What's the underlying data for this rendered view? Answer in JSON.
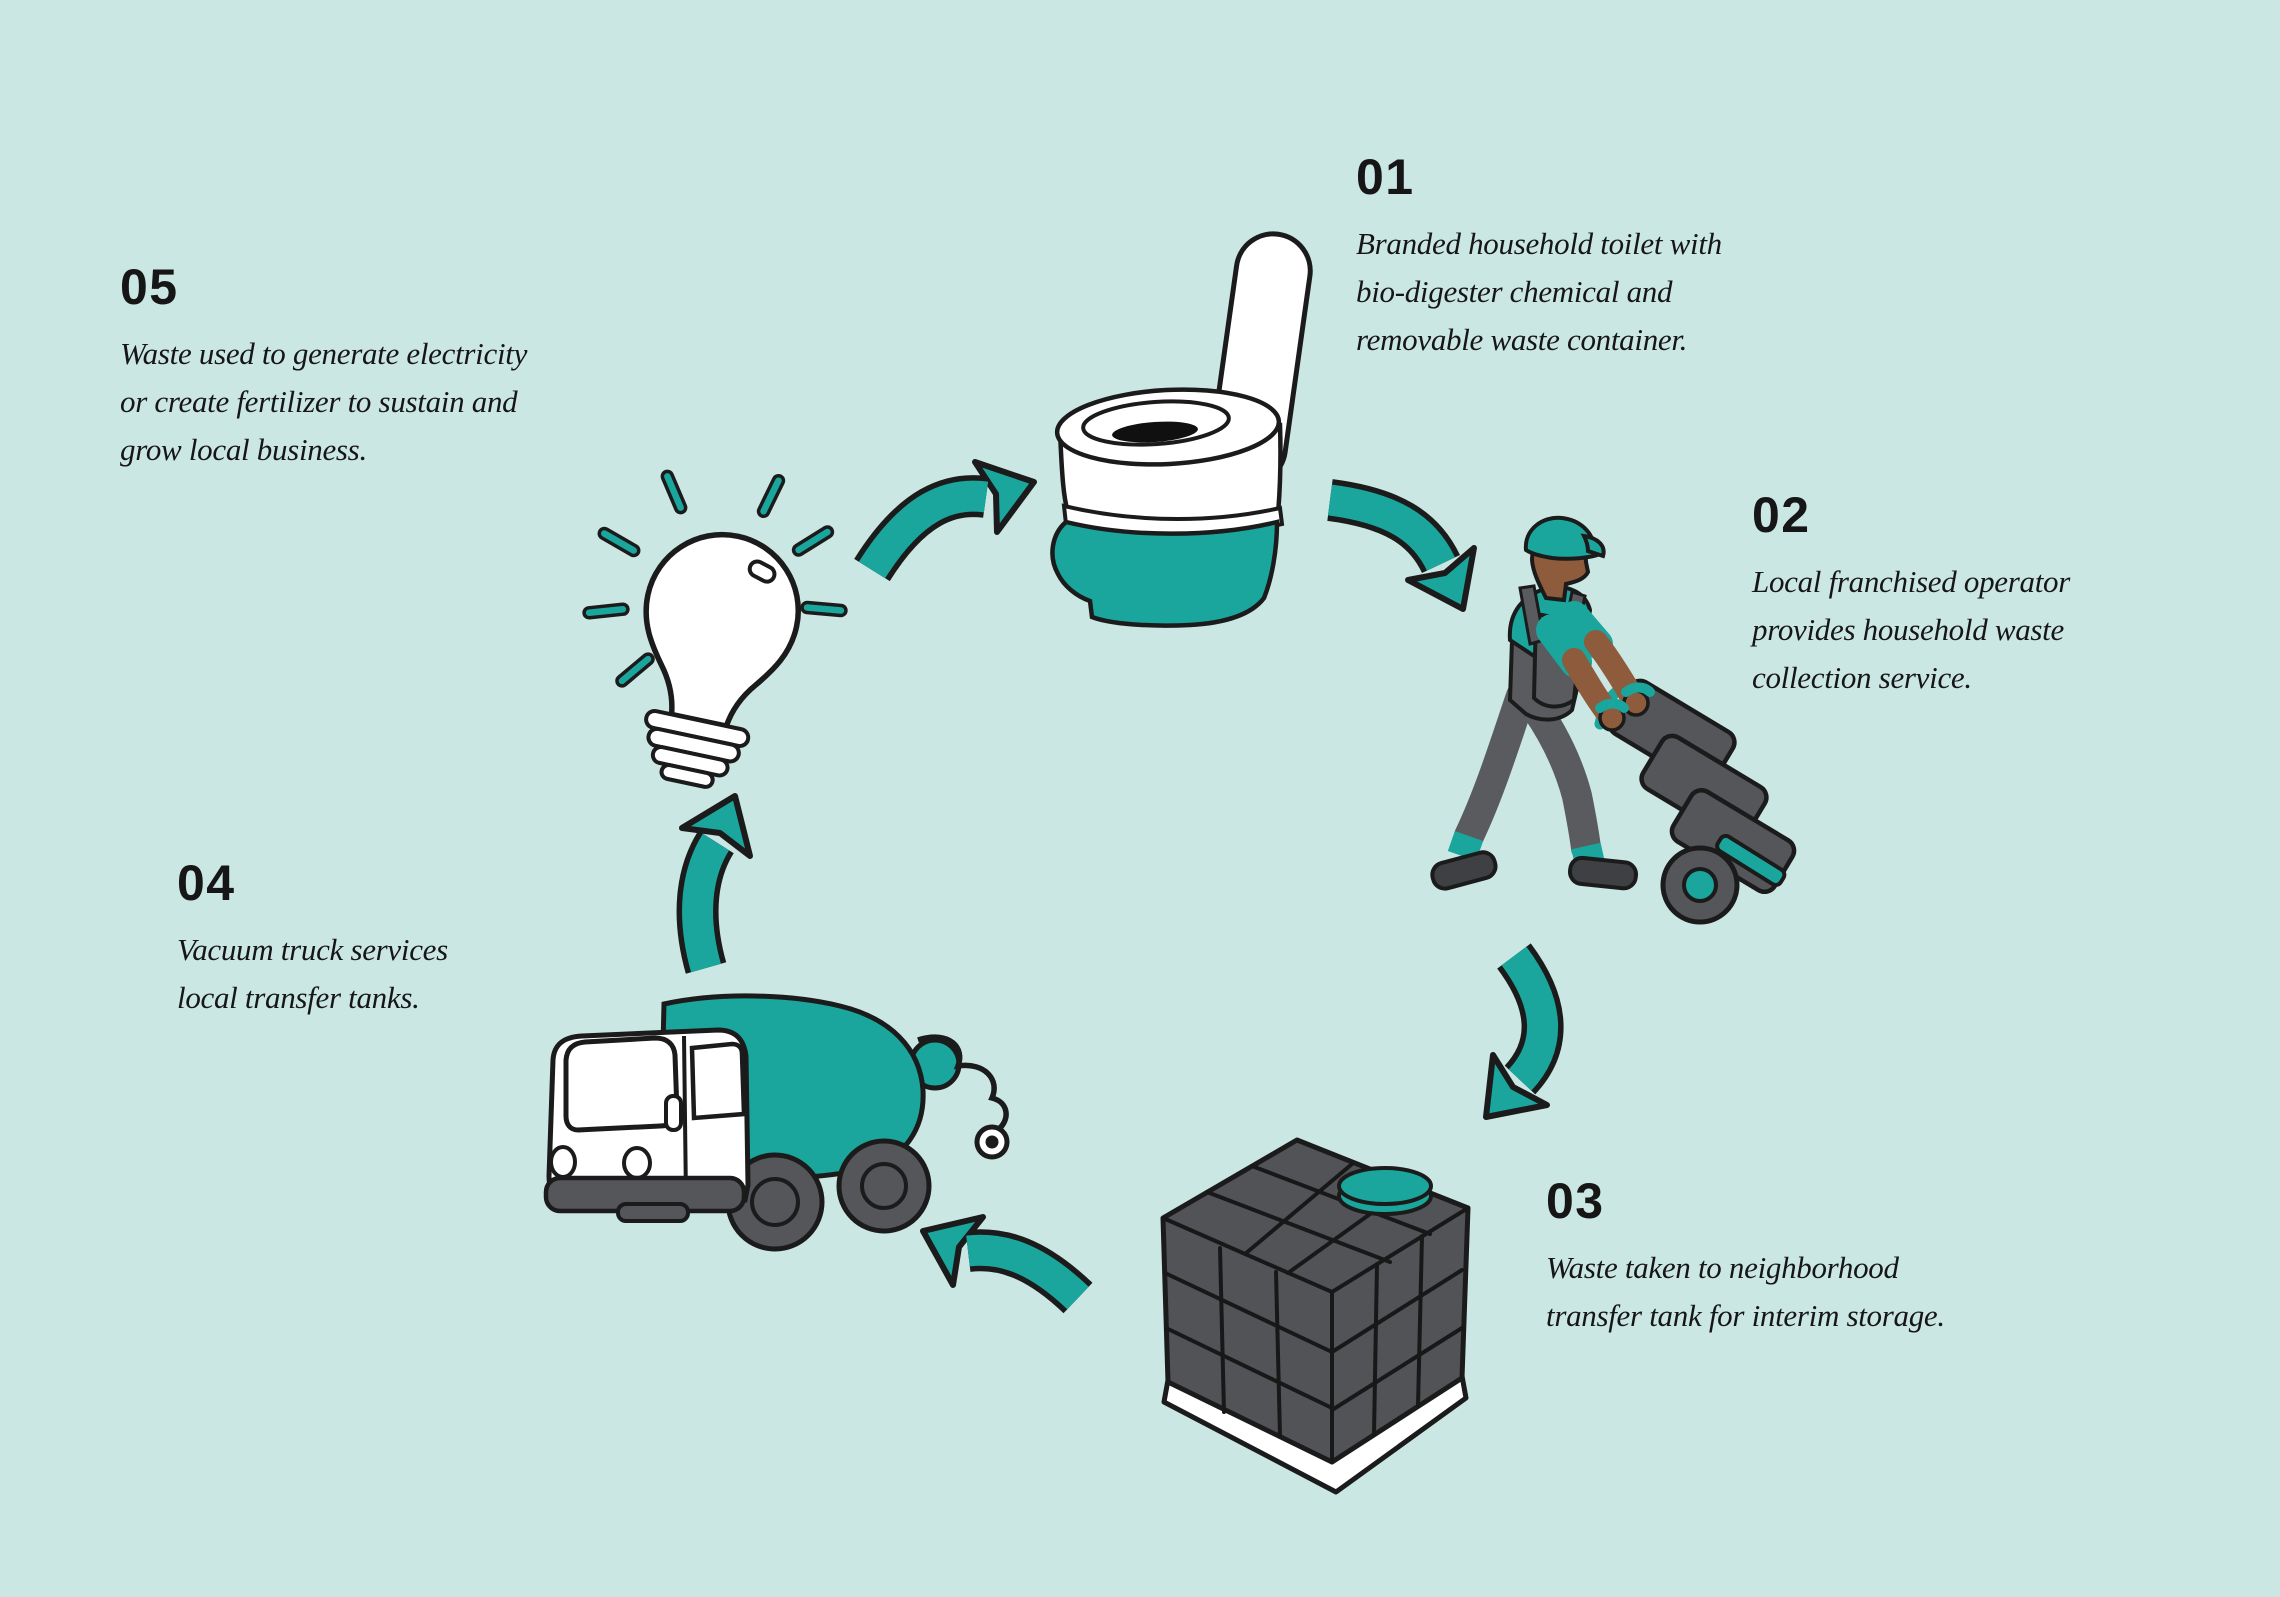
{
  "infographic": {
    "palette": {
      "background": "#CBE7E4",
      "accent_teal": "#1AA69D",
      "dark_gray": "#55565A",
      "text_black": "#161616",
      "white": "#FFFFFF",
      "skin_brown": "#8E5B3C"
    },
    "steps": [
      {
        "number": "01",
        "icon": "toilet-icon",
        "lines": [
          "Branded household toilet with",
          "bio-digester chemical and",
          "removable waste container."
        ],
        "description": "Branded household toilet with bio-digester chemical and removable waste container."
      },
      {
        "number": "02",
        "icon": "waste-collector-icon",
        "lines": [
          "Local franchised operator",
          "provides household waste",
          "collection service."
        ],
        "description": "Local franchised operator provides household waste collection service."
      },
      {
        "number": "03",
        "icon": "transfer-tank-icon",
        "lines": [
          "Waste taken to neighborhood",
          "transfer tank for interim storage."
        ],
        "description": "Waste taken to neighborhood transfer tank for interim storage."
      },
      {
        "number": "04",
        "icon": "vacuum-truck-icon",
        "lines": [
          "Vacuum truck services",
          "local transfer tanks."
        ],
        "description": "Vacuum truck services local transfer tanks."
      },
      {
        "number": "05",
        "icon": "lightbulb-icon",
        "lines": [
          "Waste used to generate electricity",
          "or create fertilizer to sustain and",
          "grow local business."
        ],
        "description": "Waste used to generate electricity or create fertilizer to sustain and grow local business."
      }
    ]
  }
}
